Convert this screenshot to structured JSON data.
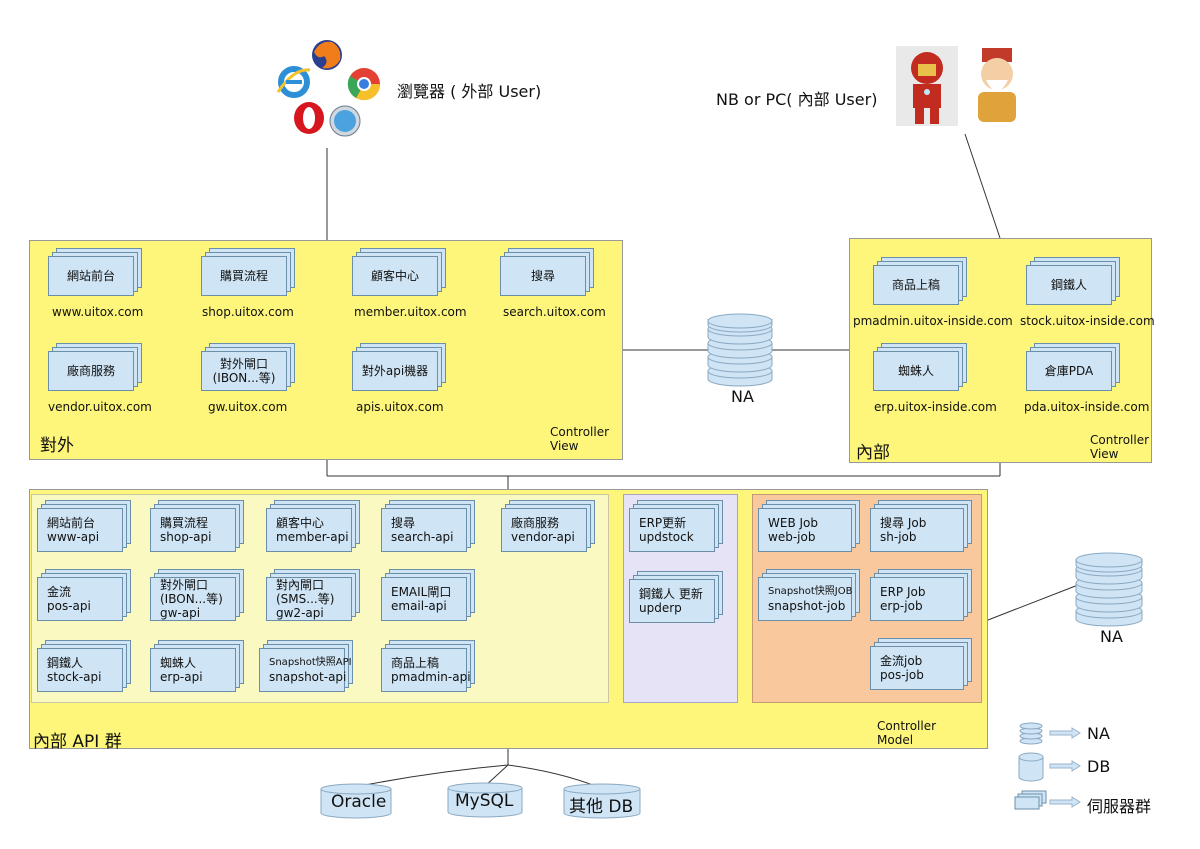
{
  "top": {
    "external_user": "瀏覽器 ( 外部 User)",
    "internal_user": "NB or PC( 內部 User)"
  },
  "external_panel": {
    "title": "對外",
    "mvc": [
      "Controller",
      "View"
    ],
    "servers": [
      {
        "label": "網站前台",
        "host": "www.uitox.com"
      },
      {
        "label": "購買流程",
        "host": "shop.uitox.com"
      },
      {
        "label": "顧客中心",
        "host": "member.uitox.com"
      },
      {
        "label": "搜尋",
        "host": "search.uitox.com"
      },
      {
        "label": "廠商服務",
        "host": "vendor.uitox.com"
      },
      {
        "label": "對外閘口\n(IBON...等)",
        "host": "gw.uitox.com"
      },
      {
        "label": "對外api機器",
        "host": "apis.uitox.com"
      }
    ]
  },
  "internal_panel": {
    "title": "內部",
    "mvc": [
      "Controller",
      "View"
    ],
    "servers": [
      {
        "label": "商品上稿",
        "host": "pmadmin.uitox-inside.com"
      },
      {
        "label": "鋼鐵人",
        "host": "stock.uitox-inside.com"
      },
      {
        "label": "蜘蛛人",
        "host": "erp.uitox-inside.com"
      },
      {
        "label": "倉庫PDA",
        "host": "pda.uitox-inside.com"
      }
    ]
  },
  "na_top": "NA",
  "na_right": "NA",
  "api_panel": {
    "title": "內部 API 群",
    "mvc": [
      "Controller",
      "Model"
    ],
    "apis": [
      {
        "l1": "網站前台",
        "l2": "www-api"
      },
      {
        "l1": "購買流程",
        "l2": "shop-api"
      },
      {
        "l1": "顧客中心",
        "l2": "member-api"
      },
      {
        "l1": "搜尋",
        "l2": "search-api"
      },
      {
        "l1": "廠商服務",
        "l2": "vendor-api"
      },
      {
        "l1": "金流",
        "l2": "pos-api"
      },
      {
        "l1": "對外閘口",
        "l2": "(IBON...等)",
        "l3": "gw-api"
      },
      {
        "l1": "對內閘口",
        "l2": "(SMS...等)",
        "l3": "gw2-api"
      },
      {
        "l1": "EMAIL閘口",
        "l2": "email-api"
      },
      {
        "l1": "鋼鐵人",
        "l2": "stock-api"
      },
      {
        "l1": "蜘蛛人",
        "l2": "erp-api"
      },
      {
        "l1": "Snapshot快照API",
        "l2": "snapshot-api"
      },
      {
        "l1": "商品上稿",
        "l2": "pmadmin-api"
      }
    ],
    "erp": [
      {
        "l1": "ERP更新",
        "l2": "updstock"
      },
      {
        "l1": "鋼鐵人 更新",
        "l2": "upderp"
      }
    ],
    "jobs": [
      {
        "l1": "WEB Job",
        "l2": "web-job"
      },
      {
        "l1": "搜尋 Job",
        "l2": "sh-job"
      },
      {
        "l1": "Snapshot快照JOB",
        "l2": "snapshot-job"
      },
      {
        "l1": "ERP Job",
        "l2": "erp-job"
      },
      {
        "l1": "金流job",
        "l2": "pos-job"
      }
    ]
  },
  "databases": [
    "Oracle",
    "MySQL",
    "其他 DB"
  ],
  "legend": {
    "na": "NA",
    "db": "DB",
    "servers": "伺服器群"
  },
  "colors": {
    "panel_yellow": "#fdf67a",
    "card_blue": "#cfe4f4",
    "erp_lavender": "#e6e3f7",
    "job_orange": "#f9c89d"
  }
}
